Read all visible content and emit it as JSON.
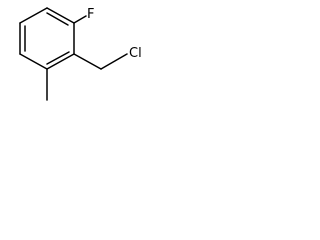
{
  "molecule": {
    "atoms": [
      {
        "id": "fluorine",
        "label": "F"
      },
      {
        "id": "chlorine",
        "label": "Cl"
      }
    ]
  }
}
